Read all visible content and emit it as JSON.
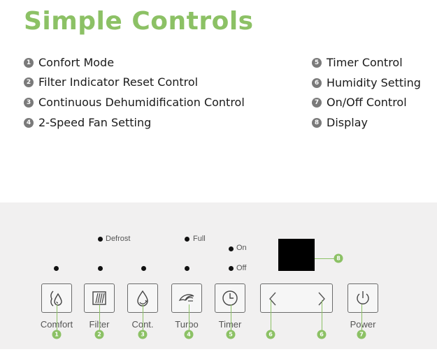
{
  "colors": {
    "accent": "#8cc165",
    "legend_dot": "#7a7a7a"
  },
  "title": "Simple Controls",
  "legend": [
    {
      "num": "1",
      "label": "Confort Mode"
    },
    {
      "num": "2",
      "label": "Filter Indicator Reset Control"
    },
    {
      "num": "3",
      "label": "Continuous Dehumidification Control"
    },
    {
      "num": "4",
      "label": "2-Speed Fan Setting"
    },
    {
      "num": "5",
      "label": "Timer Control"
    },
    {
      "num": "6",
      "label": "Humidity Setting"
    },
    {
      "num": "7",
      "label": "On/Off Control"
    },
    {
      "num": "8",
      "label": "Display"
    }
  ],
  "indicators": {
    "defrost": "Defrost",
    "full": "Full",
    "on": "On",
    "off": "Off"
  },
  "buttons": {
    "comfort": {
      "label": "Comfort",
      "icon": "droplet-leaf-icon"
    },
    "filter": {
      "label": "Filter",
      "icon": "filter-icon"
    },
    "cont": {
      "label": "Cont.",
      "icon": "continuous-drop-icon"
    },
    "turbo": {
      "label": "Turbo",
      "icon": "fan-wind-icon"
    },
    "timer": {
      "label": "Timer",
      "icon": "clock-icon"
    },
    "humidity": {
      "icon": "chevron-left-right-icon"
    },
    "power": {
      "label": "Power",
      "icon": "power-icon"
    }
  },
  "callouts": {
    "c1": "1",
    "c2": "2",
    "c3": "3",
    "c4": "4",
    "c5": "5",
    "c6a": "6",
    "c6b": "6",
    "c7": "7",
    "c8": "8"
  }
}
